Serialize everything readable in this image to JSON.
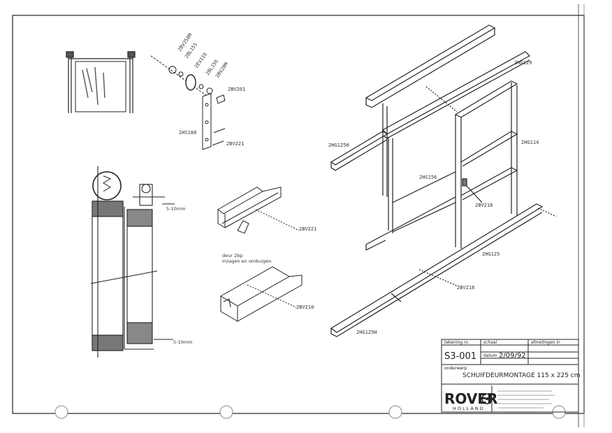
{
  "labels": {
    "p1": "2BV250M",
    "p2": "2BL155",
    "p3": "2EV116",
    "p4": "2BL156",
    "p5": "2BV20M",
    "p6": "2BV201",
    "p7": "2HS188",
    "p8": "2BV221",
    "dim_top": "5-10mm",
    "dim_bottom": "5-10mm",
    "profile_screw": "2BV221",
    "note_line1": "deur 2bp",
    "note_line2": "inzagen en ombuigen",
    "profile2_screw": "2BV210",
    "hrail_top": "2HG129",
    "hrail_left": "2HG125H",
    "frame_side": "2HG114",
    "catch": "2HS156",
    "catch_screw": "2BV218",
    "bottom_rail": "2HG125",
    "bottom_screw": "2BV218",
    "bottom_rail_end": "2HG125H"
  },
  "title_block": {
    "drawing_no_label": "tekening nr.",
    "drawing_no": "S3-001",
    "scale_label": "schaal",
    "date_label": "datum",
    "date": "2/09/92",
    "right_label": "afmetingen in",
    "subject_label": "onderwerp",
    "subject": "SCHUIFDEURMONTAGE 115 x 225 cm",
    "brand": "ROVER",
    "brand_sub": "HOLLAND"
  }
}
